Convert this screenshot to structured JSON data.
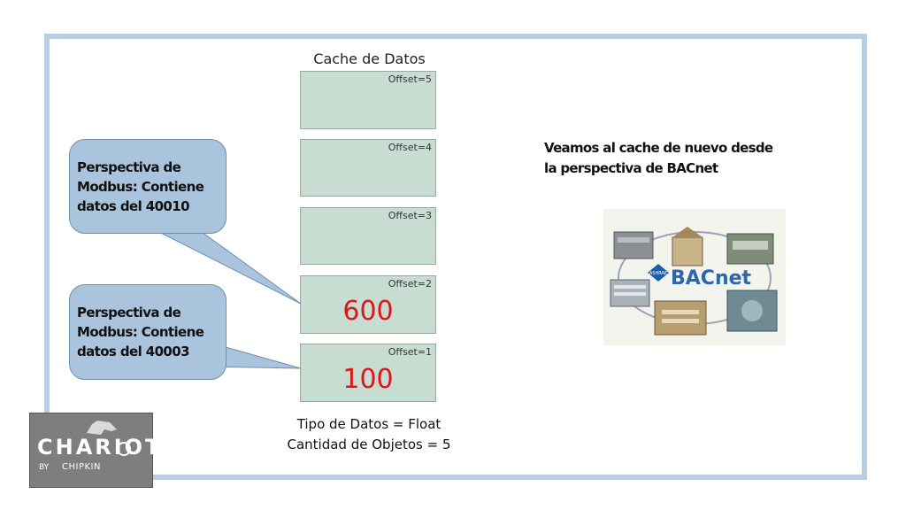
{
  "cache": {
    "title": "Cache de Datos",
    "cells": [
      {
        "offset": "Offset=5",
        "value": ""
      },
      {
        "offset": "Offset=4",
        "value": ""
      },
      {
        "offset": "Offset=3",
        "value": ""
      },
      {
        "offset": "Offset=2",
        "value": "600"
      },
      {
        "offset": "Offset=1",
        "value": "100"
      }
    ],
    "type_line": "Tipo de Datos = Float",
    "count_line": "Cantidad de Objetos = 5"
  },
  "callouts": [
    {
      "text": "Perspectiva de Modbus: Contiene datos del 40010"
    },
    {
      "text": "Perspectiva de Modbus: Contiene datos del 40003"
    }
  ],
  "note": "Veamos al cache de nuevo desde la perspectiva de BACnet",
  "bacnet_image": {
    "logo_text": "BACnet",
    "badge_text": "ASHRAE"
  },
  "logo": {
    "word": "CHARIOT",
    "by": "BY",
    "company": "CHIPKIN"
  },
  "colors": {
    "frame": "#b7cfe0",
    "cell_fill": "#c8ddd2",
    "value_red": "#e0141a",
    "callout_fill": "#a9c4dc"
  }
}
